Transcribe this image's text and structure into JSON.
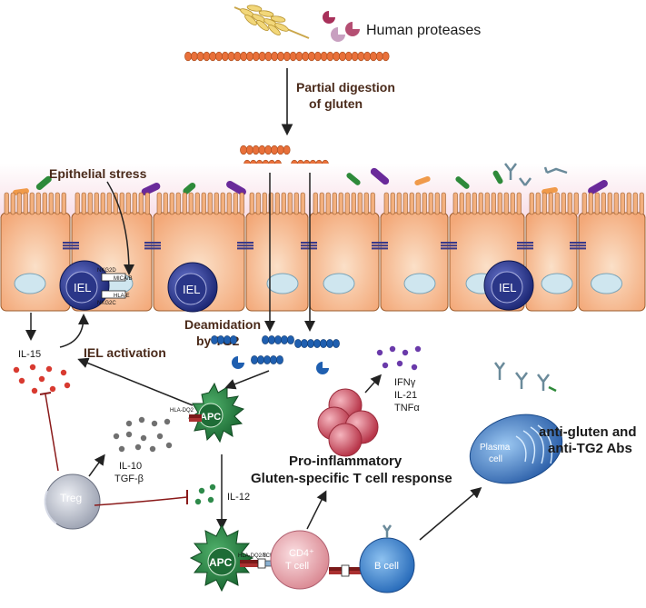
{
  "labels": {
    "human_proteases": "Human proteases",
    "partial_digestion_1": "Partial digestion",
    "partial_digestion_2": "of gluten",
    "epithelial_stress": "Epithelial stress",
    "deamidation_1": "Deamidation",
    "deamidation_2": "by TG2",
    "il15": "IL-15",
    "iel_activation": "IEL activation",
    "il10": "IL-10",
    "tgfb": "TGF-β",
    "il12": "IL-12",
    "ifng": "IFNγ",
    "il21": "IL-21",
    "tnfa": "TNFα",
    "pro_inflammatory_1": "Pro-inflammatory",
    "pro_inflammatory_2": "Gluten-specific T cell response",
    "abs_1": "anti-gluten and",
    "abs_2": "anti-TG2 Abs"
  },
  "cells": {
    "iel": "IEL",
    "apc": "APC",
    "treg": "Treg",
    "cd4_1": "CD4⁺",
    "cd4_2": "T cell",
    "bcell": "B cell",
    "plasma_1": "Plasma",
    "plasma_2": "cell"
  },
  "receptors": {
    "nkg2d": "NKG2D",
    "mica_b": "MICA/B",
    "nkg2c": "NKG2C",
    "hla_e": "HLA-E",
    "hla_dq": "HLA-DQ2",
    "hla_dq_tcr": "HLA-DQ2/8",
    "tcr": "TCR"
  },
  "colors": {
    "gluten_orange": "#e8703a",
    "deamidated_blue": "#1f5fb0",
    "enterocyte": "#f5b98a",
    "iel": "#2e3a8c",
    "apc": "#2e8a4a",
    "treg": "#b8bcc8",
    "cd4": "#e8a0a8",
    "bcell": "#3b8ad8",
    "plasma": "#3b7ac8",
    "il15_red": "#d83a30",
    "inhibit": "#8a1a1a"
  }
}
